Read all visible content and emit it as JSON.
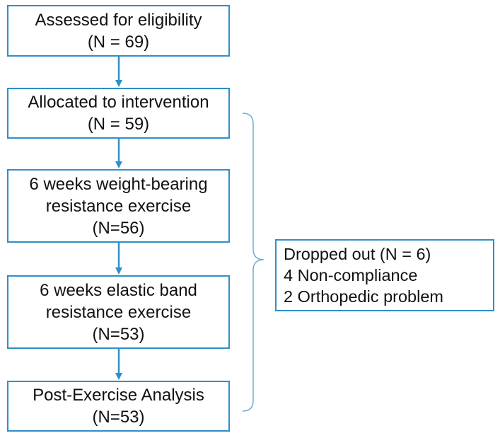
{
  "flow_boxes": [
    {
      "line1": "Assessed for eligibility",
      "line2": "(N = 69)"
    },
    {
      "line1": "Allocated to intervention",
      "line2": "(N = 59)"
    },
    {
      "line1": "6 weeks weight-bearing",
      "line2": "resistance exercise",
      "line3": "(N=56)"
    },
    {
      "line1": "6 weeks elastic band",
      "line2": "resistance exercise",
      "line3": "(N=53)"
    },
    {
      "line1": "Post-Exercise Analysis",
      "line2": "(N=53)"
    }
  ],
  "dropout_box": {
    "line1": "Dropped out (N = 6)",
    "line2": "4 Non-compliance",
    "line3": "2 Orthopedic problem"
  },
  "colors": {
    "border": "#2e8fc9",
    "arrow": "#2e8fc9",
    "brace": "#6aaed6",
    "text": "#111111",
    "background": "#ffffff"
  }
}
